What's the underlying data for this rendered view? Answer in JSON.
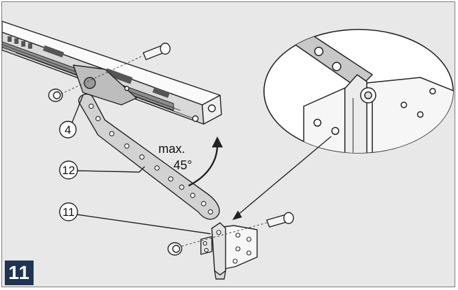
{
  "figure": {
    "step_number": "11",
    "callouts": {
      "part_4": "4",
      "part_12": "12",
      "part_11": "11"
    },
    "angle_note": {
      "line1": "max.",
      "line2": "45°"
    }
  },
  "colors": {
    "background": "#e8e8e8",
    "frame_border": "#7a7a7a",
    "badge_background": "#1e3552",
    "badge_text": "#ffffff",
    "line_art": "#222222",
    "part_fill": "#f7f7f7",
    "arm_fill": "#cfcfcf"
  }
}
